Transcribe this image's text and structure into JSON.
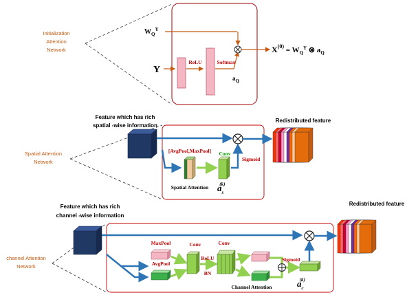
{
  "init": {
    "side_label": [
      "Initialization",
      "Attention",
      "Network"
    ],
    "wqy": "W",
    "wqy_sub": "Q",
    "wqy_sup": "Y",
    "y": "Y",
    "relu": "ReLU",
    "softmax": "Softmax",
    "aq": "a",
    "aq_sub": "Q",
    "formula_x": "X",
    "formula_sup": "(0)",
    "formula_rest": " = W",
    "formula_sub": "Q",
    "formula_sup2": "Y",
    "formula_op": " ⊗ a",
    "formula_sub2": "Q"
  },
  "spatial": {
    "side_label": [
      "Spatial Attention",
      "Network"
    ],
    "feature_label": [
      "Feature which  has rich",
      "spatial -wise information"
    ],
    "pool": "[AvgPool,MaxPool]",
    "conv": "Conv",
    "sigmoid": "Sigmoid",
    "attention": "Spatial  Attention",
    "a": "a",
    "a_sub": "s",
    "a_sup": "(k)",
    "output": "Redistributed feature"
  },
  "channel": {
    "side_label": [
      "channel Attention",
      "Network"
    ],
    "feature_label": [
      "Feature which  has rich",
      "channel -wise information"
    ],
    "maxpool": "MaxPool",
    "avgpool": "AvgPool",
    "conv1": "Conv",
    "conv2": "Conv",
    "relu": "ReLU",
    "bn": "BN",
    "sigmoid": "Sigmoid",
    "attention": "Channel Attention",
    "a": "a",
    "a_sub": "c",
    "a_sup": "(k)",
    "output": "Redistributed feature"
  },
  "colors": {
    "arrow_blue": "#2e75b6",
    "arrow_green": "#92d050",
    "arrow_orange": "#c55a11",
    "box_red": "#c00000",
    "cube_dark": "#203864",
    "pink_block": "#f4b6c2",
    "green_block": "#92d050"
  },
  "stack_colors": [
    "#ff3300",
    "#ff6666",
    "#cc0033",
    "#ff99cc",
    "#ffffff",
    "#7030a0",
    "#ff6600",
    "#ffcc99",
    "#e46c0a"
  ]
}
